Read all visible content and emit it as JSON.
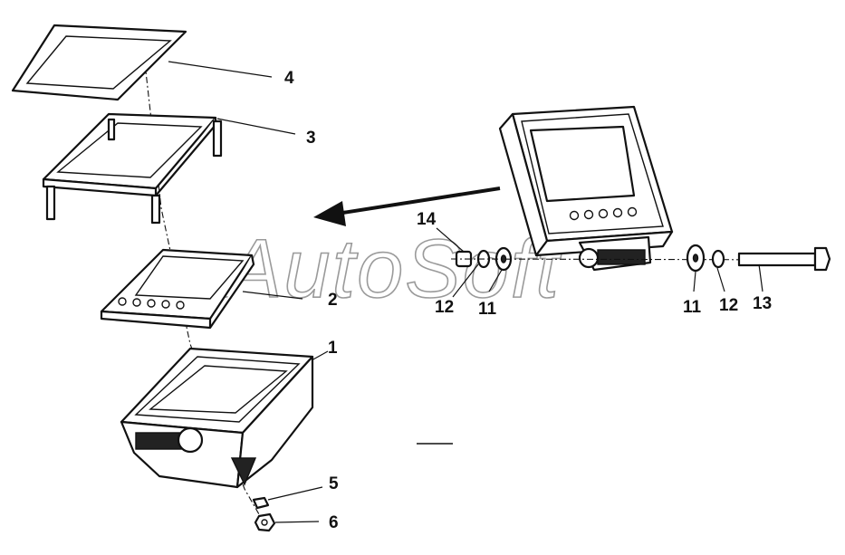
{
  "diagram": {
    "watermark": "AutoSoft",
    "callouts": [
      {
        "id": "callout-4",
        "text": "4"
      },
      {
        "id": "callout-3",
        "text": "3"
      },
      {
        "id": "callout-2",
        "text": "2"
      },
      {
        "id": "callout-1",
        "text": "1"
      },
      {
        "id": "callout-5",
        "text": "5"
      },
      {
        "id": "callout-6",
        "text": "6"
      },
      {
        "id": "callout-14",
        "text": "14"
      },
      {
        "id": "callout-12-left",
        "text": "12"
      },
      {
        "id": "callout-11-left",
        "text": "11"
      },
      {
        "id": "callout-11-right",
        "text": "11"
      },
      {
        "id": "callout-12-right",
        "text": "12"
      },
      {
        "id": "callout-13",
        "text": "13"
      }
    ]
  }
}
